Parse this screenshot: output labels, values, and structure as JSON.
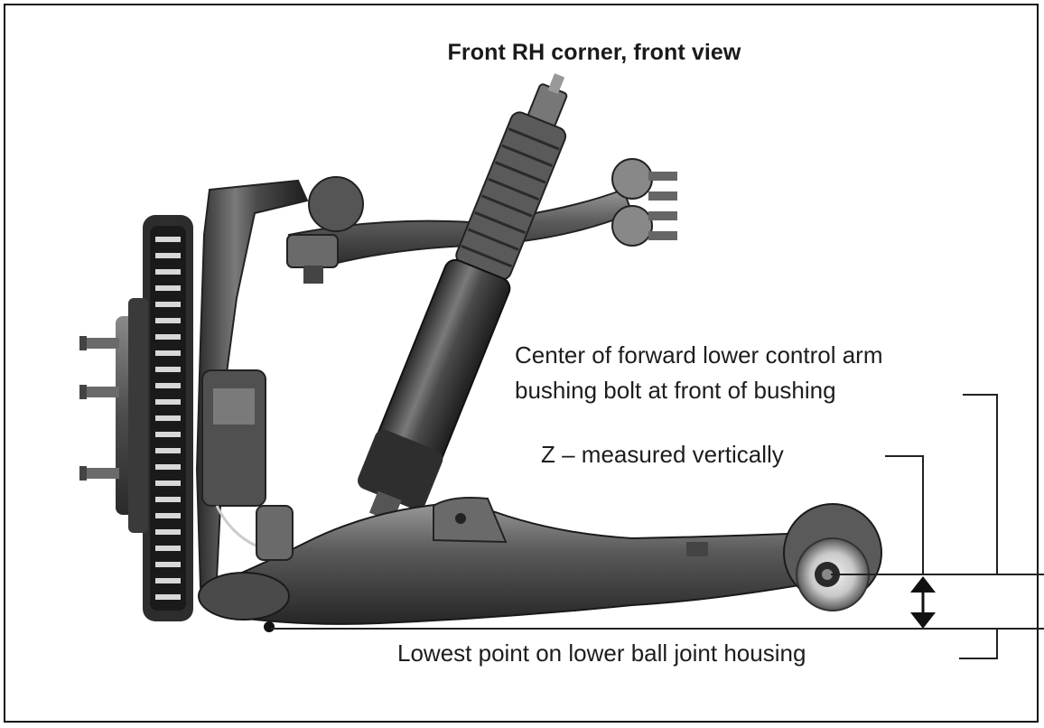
{
  "diagram": {
    "title": "Front RH corner, front view",
    "labels": {
      "bushing_center_line1": "Center of forward lower control arm",
      "bushing_center_line2": "bushing bolt at front of bushing",
      "z_measurement": "Z – measured vertically",
      "lowest_point": "Lowest point on lower ball joint housing"
    }
  }
}
